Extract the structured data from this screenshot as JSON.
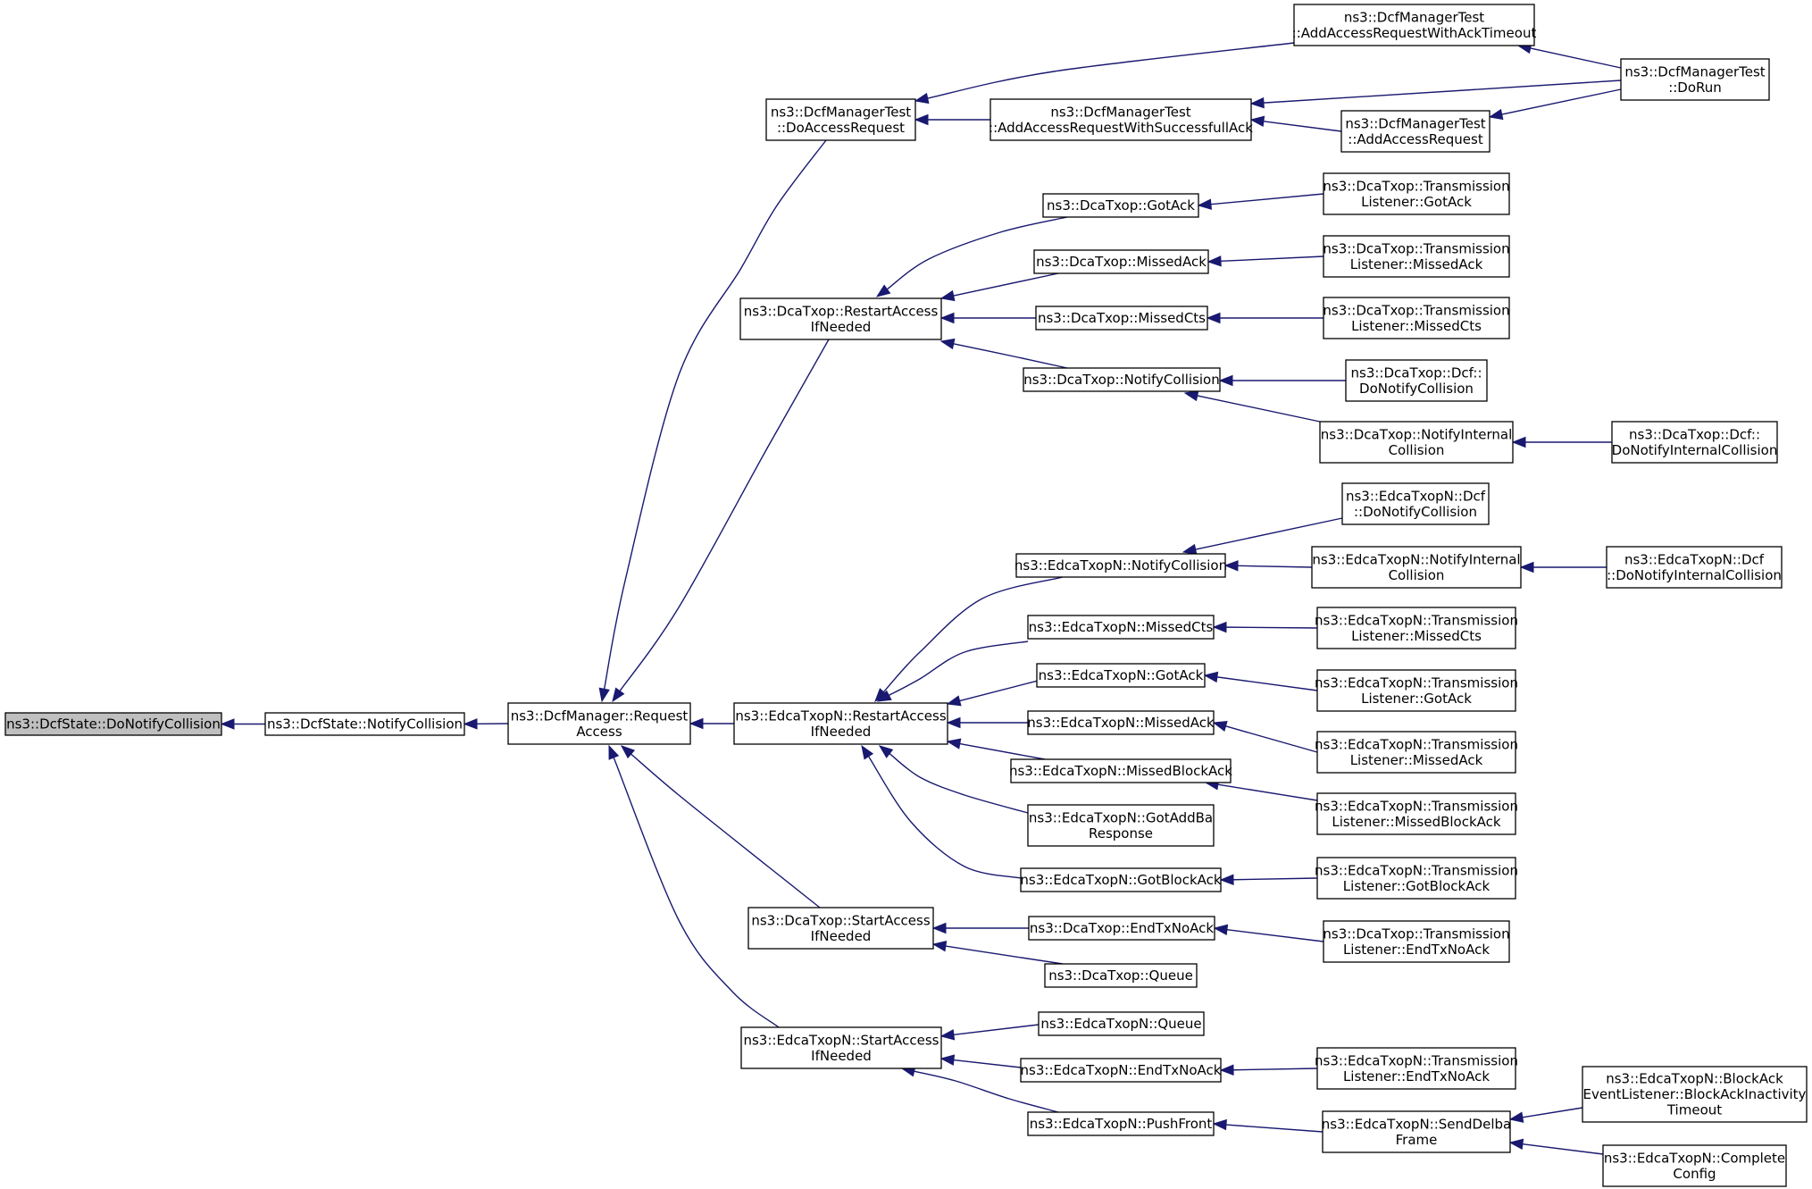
{
  "nodes": [
    {
      "id": "root",
      "lines": [
        "ns3::DcfState::DoNotifyCollision"
      ],
      "root": true
    },
    {
      "id": "notifyCollision",
      "lines": [
        "ns3::DcfState::NotifyCollision"
      ]
    },
    {
      "id": "requestAccess",
      "lines": [
        "ns3::DcfManager::Request",
        "Access"
      ]
    },
    {
      "id": "doAccessRequest",
      "lines": [
        "ns3::DcfManagerTest",
        "::DoAccessRequest"
      ]
    },
    {
      "id": "addAccessRequestWithAckTimeout",
      "lines": [
        "ns3::DcfManagerTest",
        "::AddAccessRequestWithAckTimeout"
      ]
    },
    {
      "id": "addAccessRequestWithSuccessfullAck",
      "lines": [
        "ns3::DcfManagerTest",
        "::AddAccessRequestWithSuccessfullAck"
      ]
    },
    {
      "id": "addAccessRequest",
      "lines": [
        "ns3::DcfManagerTest",
        "::AddAccessRequest"
      ]
    },
    {
      "id": "doRun",
      "lines": [
        "ns3::DcfManagerTest",
        "::DoRun"
      ]
    },
    {
      "id": "dcaRestartAccess",
      "lines": [
        "ns3::DcaTxop::RestartAccess",
        "IfNeeded"
      ]
    },
    {
      "id": "dcaGotAck",
      "lines": [
        "ns3::DcaTxop::GotAck"
      ]
    },
    {
      "id": "dcaMissedAck",
      "lines": [
        "ns3::DcaTxop::MissedAck"
      ]
    },
    {
      "id": "dcaMissedCts",
      "lines": [
        "ns3::DcaTxop::MissedCts"
      ]
    },
    {
      "id": "dcaNotifyCollision",
      "lines": [
        "ns3::DcaTxop::NotifyCollision"
      ]
    },
    {
      "id": "dcaTlGotAck",
      "lines": [
        "ns3::DcaTxop::Transmission",
        "Listener::GotAck"
      ]
    },
    {
      "id": "dcaTlMissedAck",
      "lines": [
        "ns3::DcaTxop::Transmission",
        "Listener::MissedAck"
      ]
    },
    {
      "id": "dcaTlMissedCts",
      "lines": [
        "ns3::DcaTxop::Transmission",
        "Listener::MissedCts"
      ]
    },
    {
      "id": "dcaDcfDoNotifyCollision",
      "lines": [
        "ns3::DcaTxop::Dcf::",
        "DoNotifyCollision"
      ]
    },
    {
      "id": "dcaNotifyInternalCollision",
      "lines": [
        "ns3::DcaTxop::NotifyInternal",
        "Collision"
      ]
    },
    {
      "id": "dcaDcfDoNotifyInternalCollision",
      "lines": [
        "ns3::DcaTxop::Dcf::",
        "DoNotifyInternalCollision"
      ]
    },
    {
      "id": "edcaRestartAccess",
      "lines": [
        "ns3::EdcaTxopN::RestartAccess",
        "IfNeeded"
      ]
    },
    {
      "id": "edcaNotifyCollision",
      "lines": [
        "ns3::EdcaTxopN::NotifyCollision"
      ]
    },
    {
      "id": "edcaMissedCts",
      "lines": [
        "ns3::EdcaTxopN::MissedCts"
      ]
    },
    {
      "id": "edcaGotAck",
      "lines": [
        "ns3::EdcaTxopN::GotAck"
      ]
    },
    {
      "id": "edcaMissedAck",
      "lines": [
        "ns3::EdcaTxopN::MissedAck"
      ]
    },
    {
      "id": "edcaMissedBlockAck",
      "lines": [
        "ns3::EdcaTxopN::MissedBlockAck"
      ]
    },
    {
      "id": "edcaGotAddBaResponse",
      "lines": [
        "ns3::EdcaTxopN::GotAddBa",
        "Response"
      ]
    },
    {
      "id": "edcaGotBlockAck",
      "lines": [
        "ns3::EdcaTxopN::GotBlockAck"
      ]
    },
    {
      "id": "edcaDcfDoNotifyCollision",
      "lines": [
        "ns3::EdcaTxopN::Dcf",
        "::DoNotifyCollision"
      ]
    },
    {
      "id": "edcaNotifyInternalCollision",
      "lines": [
        "ns3::EdcaTxopN::NotifyInternal",
        "Collision"
      ]
    },
    {
      "id": "edcaDcfDoNotifyInternalCollision",
      "lines": [
        "ns3::EdcaTxopN::Dcf",
        "::DoNotifyInternalCollision"
      ]
    },
    {
      "id": "edcaTlMissedCts",
      "lines": [
        "ns3::EdcaTxopN::Transmission",
        "Listener::MissedCts"
      ]
    },
    {
      "id": "edcaTlGotAck",
      "lines": [
        "ns3::EdcaTxopN::Transmission",
        "Listener::GotAck"
      ]
    },
    {
      "id": "edcaTlMissedAck",
      "lines": [
        "ns3::EdcaTxopN::Transmission",
        "Listener::MissedAck"
      ]
    },
    {
      "id": "edcaTlMissedBlockAck",
      "lines": [
        "ns3::EdcaTxopN::Transmission",
        "Listener::MissedBlockAck"
      ]
    },
    {
      "id": "edcaTlGotBlockAck",
      "lines": [
        "ns3::EdcaTxopN::Transmission",
        "Listener::GotBlockAck"
      ]
    },
    {
      "id": "dcaStartAccess",
      "lines": [
        "ns3::DcaTxop::StartAccess",
        "IfNeeded"
      ]
    },
    {
      "id": "dcaEndTxNoAck",
      "lines": [
        "ns3::DcaTxop::EndTxNoAck"
      ]
    },
    {
      "id": "dcaQueue",
      "lines": [
        "ns3::DcaTxop::Queue"
      ]
    },
    {
      "id": "dcaTlEndTxNoAck",
      "lines": [
        "ns3::DcaTxop::Transmission",
        "Listener::EndTxNoAck"
      ]
    },
    {
      "id": "edcaStartAccess",
      "lines": [
        "ns3::EdcaTxopN::StartAccess",
        "IfNeeded"
      ]
    },
    {
      "id": "edcaQueue",
      "lines": [
        "ns3::EdcaTxopN::Queue"
      ]
    },
    {
      "id": "edcaEndTxNoAck",
      "lines": [
        "ns3::EdcaTxopN::EndTxNoAck"
      ]
    },
    {
      "id": "edcaPushFront",
      "lines": [
        "ns3::EdcaTxopN::PushFront"
      ]
    },
    {
      "id": "edcaTlEndTxNoAck",
      "lines": [
        "ns3::EdcaTxopN::Transmission",
        "Listener::EndTxNoAck"
      ]
    },
    {
      "id": "edcaSendDelbaFrame",
      "lines": [
        "ns3::EdcaTxopN::SendDelba",
        "Frame"
      ]
    },
    {
      "id": "edcaBlockAckInactivityTimeout",
      "lines": [
        "ns3::EdcaTxopN::BlockAck",
        "EventListener::BlockAckInactivity",
        "Timeout"
      ]
    },
    {
      "id": "edcaCompleteConfig",
      "lines": [
        "ns3::EdcaTxopN::Complete",
        "Config"
      ]
    }
  ],
  "edges": [
    {
      "from": "notifyCollision",
      "to": "root"
    },
    {
      "from": "requestAccess",
      "to": "notifyCollision"
    },
    {
      "from": "doAccessRequest",
      "to": "requestAccess"
    },
    {
      "from": "dcaRestartAccess",
      "to": "requestAccess"
    },
    {
      "from": "edcaRestartAccess",
      "to": "requestAccess"
    },
    {
      "from": "dcaStartAccess",
      "to": "requestAccess"
    },
    {
      "from": "edcaStartAccess",
      "to": "requestAccess"
    },
    {
      "from": "addAccessRequestWithAckTimeout",
      "to": "doAccessRequest"
    },
    {
      "from": "addAccessRequestWithSuccessfullAck",
      "to": "doAccessRequest"
    },
    {
      "from": "addAccessRequest",
      "to": "addAccessRequestWithSuccessfullAck"
    },
    {
      "from": "doRun",
      "to": "addAccessRequestWithAckTimeout"
    },
    {
      "from": "doRun",
      "to": "addAccessRequestWithSuccessfullAck"
    },
    {
      "from": "doRun",
      "to": "addAccessRequest"
    },
    {
      "from": "dcaGotAck",
      "to": "dcaRestartAccess"
    },
    {
      "from": "dcaMissedAck",
      "to": "dcaRestartAccess"
    },
    {
      "from": "dcaMissedCts",
      "to": "dcaRestartAccess"
    },
    {
      "from": "dcaNotifyCollision",
      "to": "dcaRestartAccess"
    },
    {
      "from": "dcaTlGotAck",
      "to": "dcaGotAck"
    },
    {
      "from": "dcaTlMissedAck",
      "to": "dcaMissedAck"
    },
    {
      "from": "dcaTlMissedCts",
      "to": "dcaMissedCts"
    },
    {
      "from": "dcaDcfDoNotifyCollision",
      "to": "dcaNotifyCollision"
    },
    {
      "from": "dcaNotifyInternalCollision",
      "to": "dcaNotifyCollision"
    },
    {
      "from": "dcaDcfDoNotifyInternalCollision",
      "to": "dcaNotifyInternalCollision"
    },
    {
      "from": "edcaNotifyCollision",
      "to": "edcaRestartAccess"
    },
    {
      "from": "edcaMissedCts",
      "to": "edcaRestartAccess"
    },
    {
      "from": "edcaGotAck",
      "to": "edcaRestartAccess"
    },
    {
      "from": "edcaMissedAck",
      "to": "edcaRestartAccess"
    },
    {
      "from": "edcaMissedBlockAck",
      "to": "edcaRestartAccess"
    },
    {
      "from": "edcaGotAddBaResponse",
      "to": "edcaRestartAccess"
    },
    {
      "from": "edcaGotBlockAck",
      "to": "edcaRestartAccess"
    },
    {
      "from": "edcaDcfDoNotifyCollision",
      "to": "edcaNotifyCollision"
    },
    {
      "from": "edcaNotifyInternalCollision",
      "to": "edcaNotifyCollision"
    },
    {
      "from": "edcaDcfDoNotifyInternalCollision",
      "to": "edcaNotifyInternalCollision"
    },
    {
      "from": "edcaTlMissedCts",
      "to": "edcaMissedCts"
    },
    {
      "from": "edcaTlGotAck",
      "to": "edcaGotAck"
    },
    {
      "from": "edcaTlMissedAck",
      "to": "edcaMissedAck"
    },
    {
      "from": "edcaTlMissedBlockAck",
      "to": "edcaMissedBlockAck"
    },
    {
      "from": "edcaTlGotBlockAck",
      "to": "edcaGotBlockAck"
    },
    {
      "from": "dcaEndTxNoAck",
      "to": "dcaStartAccess"
    },
    {
      "from": "dcaQueue",
      "to": "dcaStartAccess"
    },
    {
      "from": "dcaTlEndTxNoAck",
      "to": "dcaEndTxNoAck"
    },
    {
      "from": "edcaQueue",
      "to": "edcaStartAccess"
    },
    {
      "from": "edcaEndTxNoAck",
      "to": "edcaStartAccess"
    },
    {
      "from": "edcaPushFront",
      "to": "edcaStartAccess"
    },
    {
      "from": "edcaTlEndTxNoAck",
      "to": "edcaEndTxNoAck"
    },
    {
      "from": "edcaSendDelbaFrame",
      "to": "edcaPushFront"
    },
    {
      "from": "edcaBlockAckInactivityTimeout",
      "to": "edcaSendDelbaFrame"
    },
    {
      "from": "edcaCompleteConfig",
      "to": "edcaSendDelbaFrame"
    }
  ],
  "colors": {
    "edge": "#191970",
    "root_fill": "#bfbfbf",
    "node_fill": "#ffffff",
    "node_border": "#000000"
  }
}
